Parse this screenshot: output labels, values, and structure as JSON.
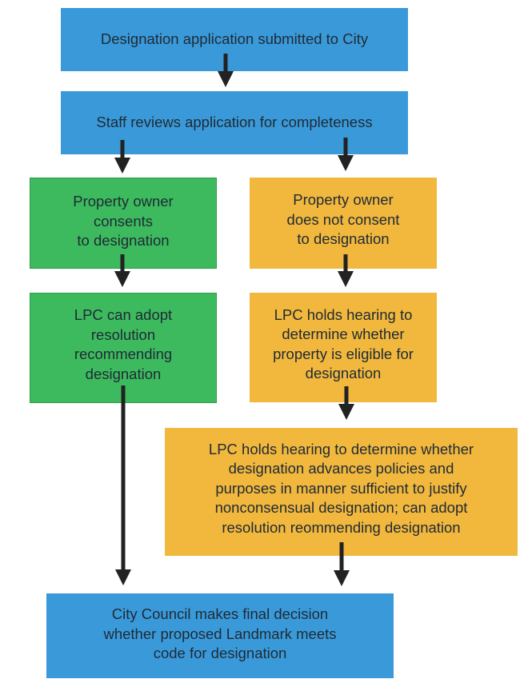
{
  "flowchart": {
    "steps": {
      "submitted": "Designation application submitted to City",
      "review": "Staff reviews application for completeness",
      "consent": "Property owner\nconsents\nto designation",
      "no_consent": "Property owner\ndoes not consent\nto designation",
      "lpc_adopt": "LPC can adopt\nresolution\nrecommending\ndesignation",
      "lpc_eligible": "LPC holds hearing to\ndetermine whether\nproperty is eligible for\ndesignation",
      "lpc_policies": "LPC holds hearing to determine whether\ndesignation advances policies and\npurposes in manner sufficient to justify\nnonconsensual designation; can adopt\nresolution reommending designation",
      "council": "City Council makes final decision\nwhether proposed Landmark meets\ncode for designation"
    },
    "colors": {
      "blue": "#3a9ad9",
      "green": "#3dba5e",
      "orange": "#f2b83d",
      "arrow": "#222222"
    }
  }
}
